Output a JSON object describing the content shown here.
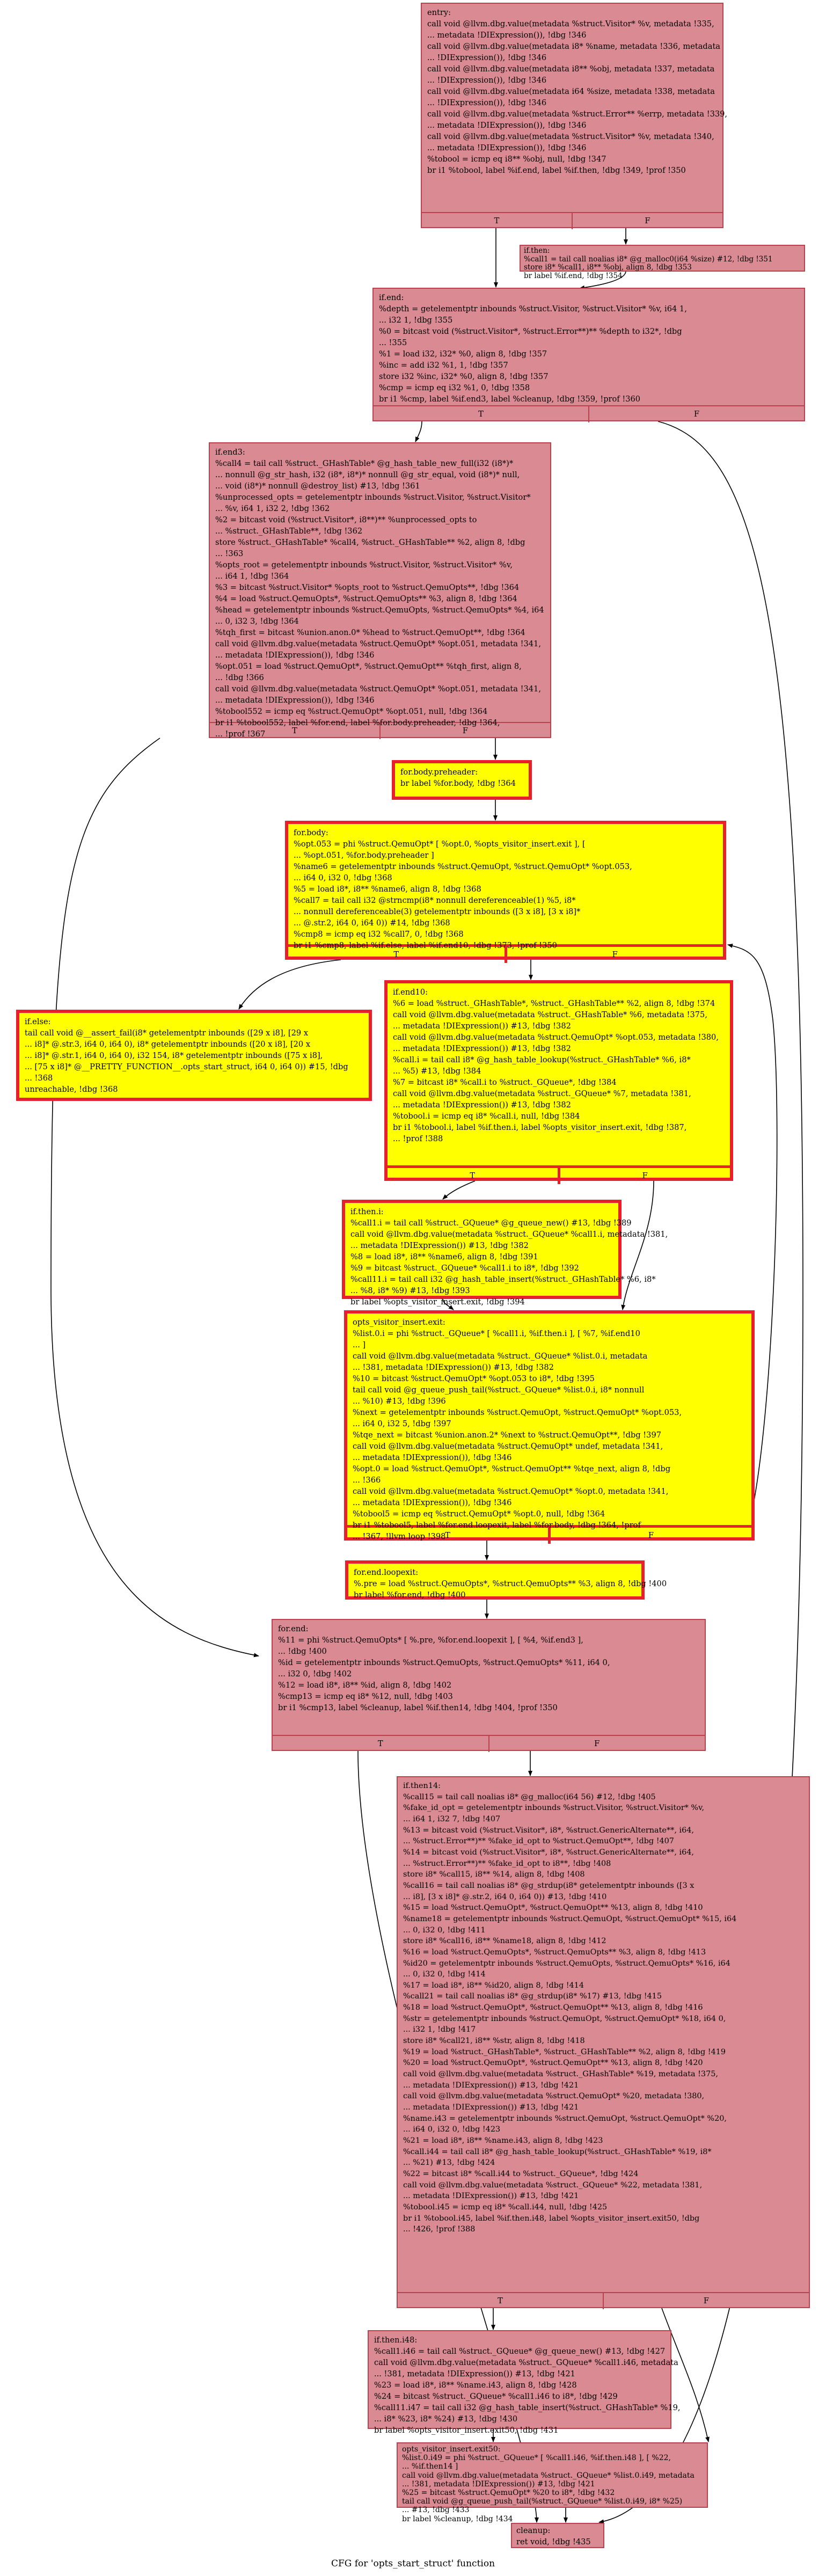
{
  "graph_title": "CFG for 'opts_start_struct' function",
  "true_label": "T",
  "false_label": "F",
  "nodes": {
    "entry": {
      "text": "entry:\ncall void @llvm.dbg.value(metadata %struct.Visitor* %v, metadata !335,\n... metadata !DIExpression()), !dbg !346\ncall void @llvm.dbg.value(metadata i8* %name, metadata !336, metadata\n... !DIExpression()), !dbg !346\ncall void @llvm.dbg.value(metadata i8** %obj, metadata !337, metadata\n... !DIExpression()), !dbg !346\ncall void @llvm.dbg.value(metadata i64 %size, metadata !338, metadata\n... !DIExpression()), !dbg !346\ncall void @llvm.dbg.value(metadata %struct.Error** %errp, metadata !339,\n... metadata !DIExpression()), !dbg !346\ncall void @llvm.dbg.value(metadata %struct.Visitor* %v, metadata !340,\n... metadata !DIExpression()), !dbg !346\n%tobool = icmp eq i8** %obj, null, !dbg !347\nbr i1 %tobool, label %if.end, label %if.then, !dbg !349, !prof !350"
    },
    "if_then": {
      "text": "if.then:\n%call1 = tail call noalias i8* @g_malloc0(i64 %size) #12, !dbg !351\nstore i8* %call1, i8** %obj, align 8, !dbg !353\nbr label %if.end, !dbg !354"
    },
    "if_end": {
      "text": "if.end:\n%depth = getelementptr inbounds %struct.Visitor, %struct.Visitor* %v, i64 1,\n... i32 1, !dbg !355\n%0 = bitcast void (%struct.Visitor*, %struct.Error**)** %depth to i32*, !dbg\n... !355\n%1 = load i32, i32* %0, align 8, !dbg !357\n%inc = add i32 %1, 1, !dbg !357\nstore i32 %inc, i32* %0, align 8, !dbg !357\n%cmp = icmp eq i32 %1, 0, !dbg !358\nbr i1 %cmp, label %if.end3, label %cleanup, !dbg !359, !prof !360"
    },
    "if_end3": {
      "text": "if.end3:\n%call4 = tail call %struct._GHashTable* @g_hash_table_new_full(i32 (i8*)*\n... nonnull @g_str_hash, i32 (i8*, i8*)* nonnull @g_str_equal, void (i8*)* null,\n... void (i8*)* nonnull @destroy_list) #13, !dbg !361\n%unprocessed_opts = getelementptr inbounds %struct.Visitor, %struct.Visitor*\n... %v, i64 1, i32 2, !dbg !362\n%2 = bitcast void (%struct.Visitor*, i8**)** %unprocessed_opts to\n... %struct._GHashTable**, !dbg !362\nstore %struct._GHashTable* %call4, %struct._GHashTable** %2, align 8, !dbg\n... !363\n%opts_root = getelementptr inbounds %struct.Visitor, %struct.Visitor* %v,\n... i64 1, !dbg !364\n%3 = bitcast %struct.Visitor* %opts_root to %struct.QemuOpts**, !dbg !364\n%4 = load %struct.QemuOpts*, %struct.QemuOpts** %3, align 8, !dbg !364\n%head = getelementptr inbounds %struct.QemuOpts, %struct.QemuOpts* %4, i64\n... 0, i32 3, !dbg !364\n%tqh_first = bitcast %union.anon.0* %head to %struct.QemuOpt**, !dbg !364\ncall void @llvm.dbg.value(metadata %struct.QemuOpt* %opt.051, metadata !341,\n... metadata !DIExpression()), !dbg !346\n%opt.051 = load %struct.QemuOpt*, %struct.QemuOpt** %tqh_first, align 8,\n... !dbg !366\ncall void @llvm.dbg.value(metadata %struct.QemuOpt* %opt.051, metadata !341,\n... metadata !DIExpression()), !dbg !346\n%tobool552 = icmp eq %struct.QemuOpt* %opt.051, null, !dbg !364\nbr i1 %tobool552, label %for.end, label %for.body.preheader, !dbg !364,\n... !prof !367"
    },
    "for_body_preheader": {
      "text": "for.body.preheader:\nbr label %for.body, !dbg !364"
    },
    "for_body": {
      "text": "for.body:\n%opt.053 = phi %struct.QemuOpt* [ %opt.0, %opts_visitor_insert.exit ], [\n... %opt.051, %for.body.preheader ]\n%name6 = getelementptr inbounds %struct.QemuOpt, %struct.QemuOpt* %opt.053,\n... i64 0, i32 0, !dbg !368\n%5 = load i8*, i8** %name6, align 8, !dbg !368\n%call7 = tail call i32 @strncmp(i8* nonnull dereferenceable(1) %5, i8*\n... nonnull dereferenceable(3) getelementptr inbounds ([3 x i8], [3 x i8]*\n... @.str.2, i64 0, i64 0)) #14, !dbg !368\n%cmp8 = icmp eq i32 %call7, 0, !dbg !368\nbr i1 %cmp8, label %if.else, label %if.end10, !dbg !373, !prof !350"
    },
    "if_else": {
      "text": "if.else:\ntail call void @__assert_fail(i8* getelementptr inbounds ([29 x i8], [29 x\n... i8]* @.str.3, i64 0, i64 0), i8* getelementptr inbounds ([20 x i8], [20 x\n... i8]* @.str.1, i64 0, i64 0), i32 154, i8* getelementptr inbounds ([75 x i8],\n... [75 x i8]* @__PRETTY_FUNCTION__.opts_start_struct, i64 0, i64 0)) #15, !dbg\n... !368\nunreachable, !dbg !368"
    },
    "if_end10": {
      "text": "if.end10:\n%6 = load %struct._GHashTable*, %struct._GHashTable** %2, align 8, !dbg !374\ncall void @llvm.dbg.value(metadata %struct._GHashTable* %6, metadata !375,\n... metadata !DIExpression()) #13, !dbg !382\ncall void @llvm.dbg.value(metadata %struct.QemuOpt* %opt.053, metadata !380,\n... metadata !DIExpression()) #13, !dbg !382\n%call.i = tail call i8* @g_hash_table_lookup(%struct._GHashTable* %6, i8*\n... %5) #13, !dbg !384\n%7 = bitcast i8* %call.i to %struct._GQueue*, !dbg !384\ncall void @llvm.dbg.value(metadata %struct._GQueue* %7, metadata !381,\n... metadata !DIExpression()) #13, !dbg !382\n%tobool.i = icmp eq i8* %call.i, null, !dbg !384\nbr i1 %tobool.i, label %if.then.i, label %opts_visitor_insert.exit, !dbg !387,\n... !prof !388"
    },
    "if_then_i": {
      "text": "if.then.i:\n%call1.i = tail call %struct._GQueue* @g_queue_new() #13, !dbg !389\ncall void @llvm.dbg.value(metadata %struct._GQueue* %call1.i, metadata !381,\n... metadata !DIExpression()) #13, !dbg !382\n%8 = load i8*, i8** %name6, align 8, !dbg !391\n%9 = bitcast %struct._GQueue* %call1.i to i8*, !dbg !392\n%call11.i = tail call i32 @g_hash_table_insert(%struct._GHashTable* %6, i8*\n... %8, i8* %9) #13, !dbg !393\nbr label %opts_visitor_insert.exit, !dbg !394"
    },
    "opts_visitor_insert_exit": {
      "text": "opts_visitor_insert.exit:\n%list.0.i = phi %struct._GQueue* [ %call1.i, %if.then.i ], [ %7, %if.end10\n... ]\ncall void @llvm.dbg.value(metadata %struct._GQueue* %list.0.i, metadata\n... !381, metadata !DIExpression()) #13, !dbg !382\n%10 = bitcast %struct.QemuOpt* %opt.053 to i8*, !dbg !395\ntail call void @g_queue_push_tail(%struct._GQueue* %list.0.i, i8* nonnull\n... %10) #13, !dbg !396\n%next = getelementptr inbounds %struct.QemuOpt, %struct.QemuOpt* %opt.053,\n... i64 0, i32 5, !dbg !397\n%tqe_next = bitcast %union.anon.2* %next to %struct.QemuOpt**, !dbg !397\ncall void @llvm.dbg.value(metadata %struct.QemuOpt* undef, metadata !341,\n... metadata !DIExpression()), !dbg !346\n%opt.0 = load %struct.QemuOpt*, %struct.QemuOpt** %tqe_next, align 8, !dbg\n... !366\ncall void @llvm.dbg.value(metadata %struct.QemuOpt* %opt.0, metadata !341,\n... metadata !DIExpression()), !dbg !346\n%tobool5 = icmp eq %struct.QemuOpt* %opt.0, null, !dbg !364\nbr i1 %tobool5, label %for.end.loopexit, label %for.body, !dbg !364, !prof\n... !367, !llvm.loop !398"
    },
    "for_end_loopexit": {
      "text": "for.end.loopexit:\n%.pre = load %struct.QemuOpts*, %struct.QemuOpts** %3, align 8, !dbg !400\nbr label %for.end, !dbg !400"
    },
    "for_end": {
      "text": "for.end:\n%11 = phi %struct.QemuOpts* [ %.pre, %for.end.loopexit ], [ %4, %if.end3 ],\n... !dbg !400\n%id = getelementptr inbounds %struct.QemuOpts, %struct.QemuOpts* %11, i64 0,\n... i32 0, !dbg !402\n%12 = load i8*, i8** %id, align 8, !dbg !402\n%cmp13 = icmp eq i8* %12, null, !dbg !403\nbr i1 %cmp13, label %cleanup, label %if.then14, !dbg !404, !prof !350"
    },
    "if_then14": {
      "text": "if.then14:\n%call15 = tail call noalias i8* @g_malloc(i64 56) #12, !dbg !405\n%fake_id_opt = getelementptr inbounds %struct.Visitor, %struct.Visitor* %v,\n... i64 1, i32 7, !dbg !407\n%13 = bitcast void (%struct.Visitor*, i8*, %struct.GenericAlternate**, i64,\n... %struct.Error**)** %fake_id_opt to %struct.QemuOpt**, !dbg !407\n%14 = bitcast void (%struct.Visitor*, i8*, %struct.GenericAlternate**, i64,\n... %struct.Error**)** %fake_id_opt to i8**, !dbg !408\nstore i8* %call15, i8** %14, align 8, !dbg !408\n%call16 = tail call noalias i8* @g_strdup(i8* getelementptr inbounds ([3 x\n... i8], [3 x i8]* @.str.2, i64 0, i64 0)) #13, !dbg !410\n%15 = load %struct.QemuOpt*, %struct.QemuOpt** %13, align 8, !dbg !410\n%name18 = getelementptr inbounds %struct.QemuOpt, %struct.QemuOpt* %15, i64\n... 0, i32 0, !dbg !411\nstore i8* %call16, i8** %name18, align 8, !dbg !412\n%16 = load %struct.QemuOpts*, %struct.QemuOpts** %3, align 8, !dbg !413\n%id20 = getelementptr inbounds %struct.QemuOpts, %struct.QemuOpts* %16, i64\n... 0, i32 0, !dbg !414\n%17 = load i8*, i8** %id20, align 8, !dbg !414\n%call21 = tail call noalias i8* @g_strdup(i8* %17) #13, !dbg !415\n%18 = load %struct.QemuOpt*, %struct.QemuOpt** %13, align 8, !dbg !416\n%str = getelementptr inbounds %struct.QemuOpt, %struct.QemuOpt* %18, i64 0,\n... i32 1, !dbg !417\nstore i8* %call21, i8** %str, align 8, !dbg !418\n%19 = load %struct._GHashTable*, %struct._GHashTable** %2, align 8, !dbg !419\n%20 = load %struct.QemuOpt*, %struct.QemuOpt** %13, align 8, !dbg !420\ncall void @llvm.dbg.value(metadata %struct._GHashTable* %19, metadata !375,\n... metadata !DIExpression()) #13, !dbg !421\ncall void @llvm.dbg.value(metadata %struct.QemuOpt* %20, metadata !380,\n... metadata !DIExpression()) #13, !dbg !421\n%name.i43 = getelementptr inbounds %struct.QemuOpt, %struct.QemuOpt* %20,\n... i64 0, i32 0, !dbg !423\n%21 = load i8*, i8** %name.i43, align 8, !dbg !423\n%call.i44 = tail call i8* @g_hash_table_lookup(%struct._GHashTable* %19, i8*\n... %21) #13, !dbg !424\n%22 = bitcast i8* %call.i44 to %struct._GQueue*, !dbg !424\ncall void @llvm.dbg.value(metadata %struct._GQueue* %22, metadata !381,\n... metadata !DIExpression()) #13, !dbg !421\n%tobool.i45 = icmp eq i8* %call.i44, null, !dbg !425\nbr i1 %tobool.i45, label %if.then.i48, label %opts_visitor_insert.exit50, !dbg\n... !426, !prof !388"
    },
    "if_then_i48": {
      "text": "if.then.i48:\n%call1.i46 = tail call %struct._GQueue* @g_queue_new() #13, !dbg !427\ncall void @llvm.dbg.value(metadata %struct._GQueue* %call1.i46, metadata\n... !381, metadata !DIExpression()) #13, !dbg !421\n%23 = load i8*, i8** %name.i43, align 8, !dbg !428\n%24 = bitcast %struct._GQueue* %call1.i46 to i8*, !dbg !429\n%call11.i47 = tail call i32 @g_hash_table_insert(%struct._GHashTable* %19,\n... i8* %23, i8* %24) #13, !dbg !430\nbr label %opts_visitor_insert.exit50, !dbg !431"
    },
    "opts_visitor_insert_exit50": {
      "text": "opts_visitor_insert.exit50:\n%list.0.i49 = phi %struct._GQueue* [ %call1.i46, %if.then.i48 ], [ %22,\n... %if.then14 ]\ncall void @llvm.dbg.value(metadata %struct._GQueue* %list.0.i49, metadata\n... !381, metadata !DIExpression()) #13, !dbg !421\n%25 = bitcast %struct.QemuOpt* %20 to i8*, !dbg !432\ntail call void @g_queue_push_tail(%struct._GQueue* %list.0.i49, i8* %25)\n... #13, !dbg !433\nbr label %cleanup, !dbg !434"
    },
    "cleanup": {
      "text": "cleanup:\nret void, !dbg !435"
    }
  }
}
